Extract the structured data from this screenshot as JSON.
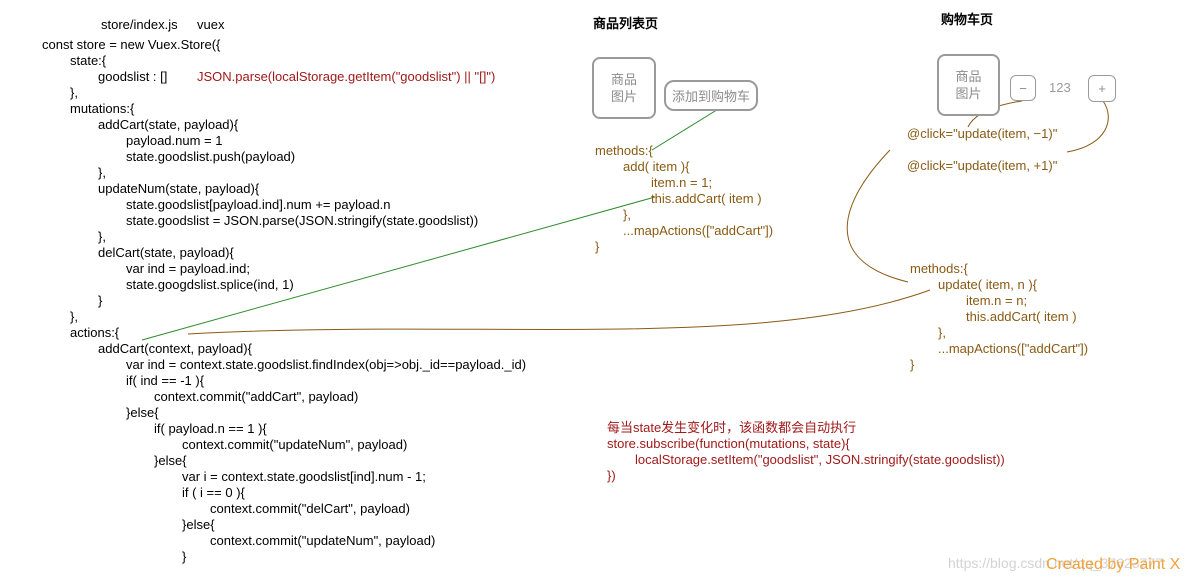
{
  "file_label": "store/index.js",
  "vuex_label": "vuex",
  "store_code": [
    "const store = new Vuex.Store({",
    "state:{",
    "goodslist : []",
    "},",
    "mutations:{",
    "addCart(state, payload){",
    "payload.num = 1",
    "state.goodslist.push(payload)",
    "},",
    "updateNum(state, payload){",
    "state.goodslist[payload.ind].num += payload.n",
    "state.goodslist = JSON.parse(JSON.stringify(state.goodslist))",
    "},",
    "delCart(state, payload){",
    "var ind = payload.ind;",
    "state.googdslist.splice(ind, 1)",
    "}",
    "},",
    "actions:{",
    "addCart(context, payload){",
    "var ind = context.state.goodslist.findIndex(obj=>obj._id==payload._id)",
    "if( ind == -1 ){",
    "context.commit(\"addCart\", payload)",
    "}else{",
    "if( payload.n == 1 ){",
    "context.commit(\"updateNum\", payload)",
    "}else{",
    "var i = context.state.goodslist[ind].num - 1;",
    "if ( i == 0 ){",
    "context.commit(\"delCart\", payload)",
    "}else{",
    "context.commit(\"updateNum\", payload)",
    "}"
  ],
  "goodslist_init_note": "JSON.parse(localStorage.getItem(\"goodslist\") || \"[]\")",
  "product_list": {
    "title": "商品列表页",
    "image_label": [
      "商品",
      "图片"
    ],
    "add_button": "添加到购物车",
    "methods": [
      "methods:{",
      "add( item ){",
      "item.n = 1;",
      "this.addCart( item )",
      "},",
      "...mapActions([\"addCart\"])",
      "}"
    ]
  },
  "cart": {
    "title": "购物车页",
    "image_label": [
      "商品",
      "图片"
    ],
    "minus": "−",
    "qty": "123",
    "plus": "+",
    "click_minus": "@click=\"update(item, −1)\"",
    "click_plus": "@click=\"update(item, +1)\"",
    "methods": [
      "methods:{",
      "update( item, n ){",
      "item.n = n;",
      "this.addCart( item )",
      "},",
      "...mapActions([\"addCart\"])",
      "}"
    ]
  },
  "subscribe": [
    "每当state发生变化时，该函数都会自动执行",
    "store.subscribe(function(mutations, state){",
    "localStorage.setItem(\"goodslist\", JSON.stringify(state.goodslist))",
    "})"
  ],
  "watermark_url": "https://blog.csdn.net/qq_37623777",
  "watermark_tool": "Created by Paint X",
  "colors": {
    "note_red": "#a11a1a",
    "note_brown": "#8a5a14",
    "green_link": "#2e8b2e",
    "brown_link": "#8a5a14"
  }
}
